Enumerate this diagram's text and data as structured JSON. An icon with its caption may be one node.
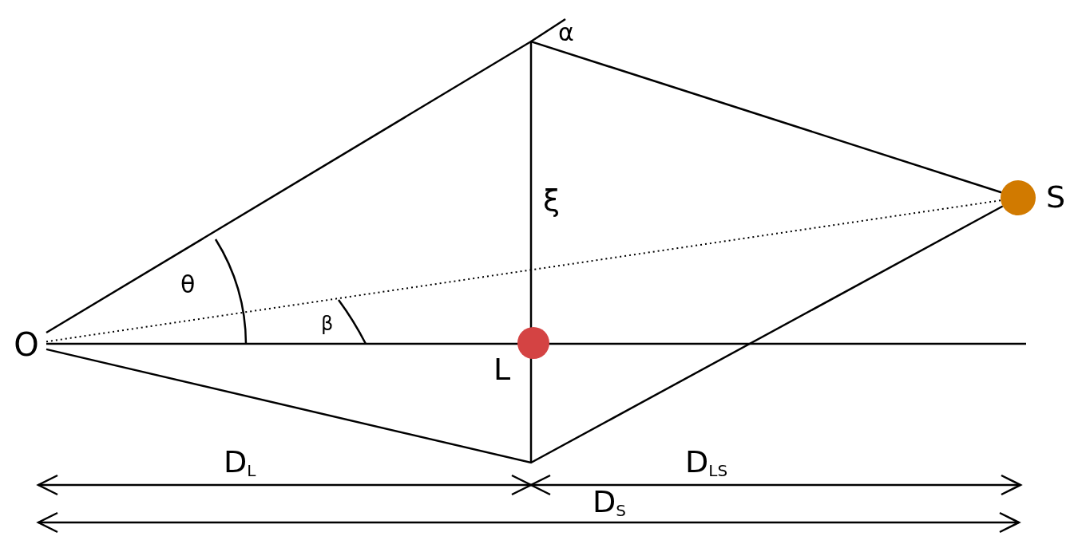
{
  "diagram": {
    "nodes": [
      {
        "text": [
          "O"
        ]
      },
      {
        "text": [],
        "shape": "circle",
        "beside": [
          "L"
        ]
      },
      {
        "text": [],
        "shape": "circle",
        "beside": [
          "S"
        ]
      }
    ],
    "edges": [
      {
        "from": 0,
        "to": 2,
        "arrow": "none"
      },
      {
        "from": 0,
        "to": 2,
        "arrow": "none"
      },
      {
        "from": 0,
        "to": 2,
        "arrow": "none",
        "style": "dashed"
      }
    ],
    "labels": [
      "α",
      "ξ",
      "θ",
      "β",
      "D$_{L}$",
      "D$_{LS}$",
      "D$_{S}$"
    ]
  }
}
